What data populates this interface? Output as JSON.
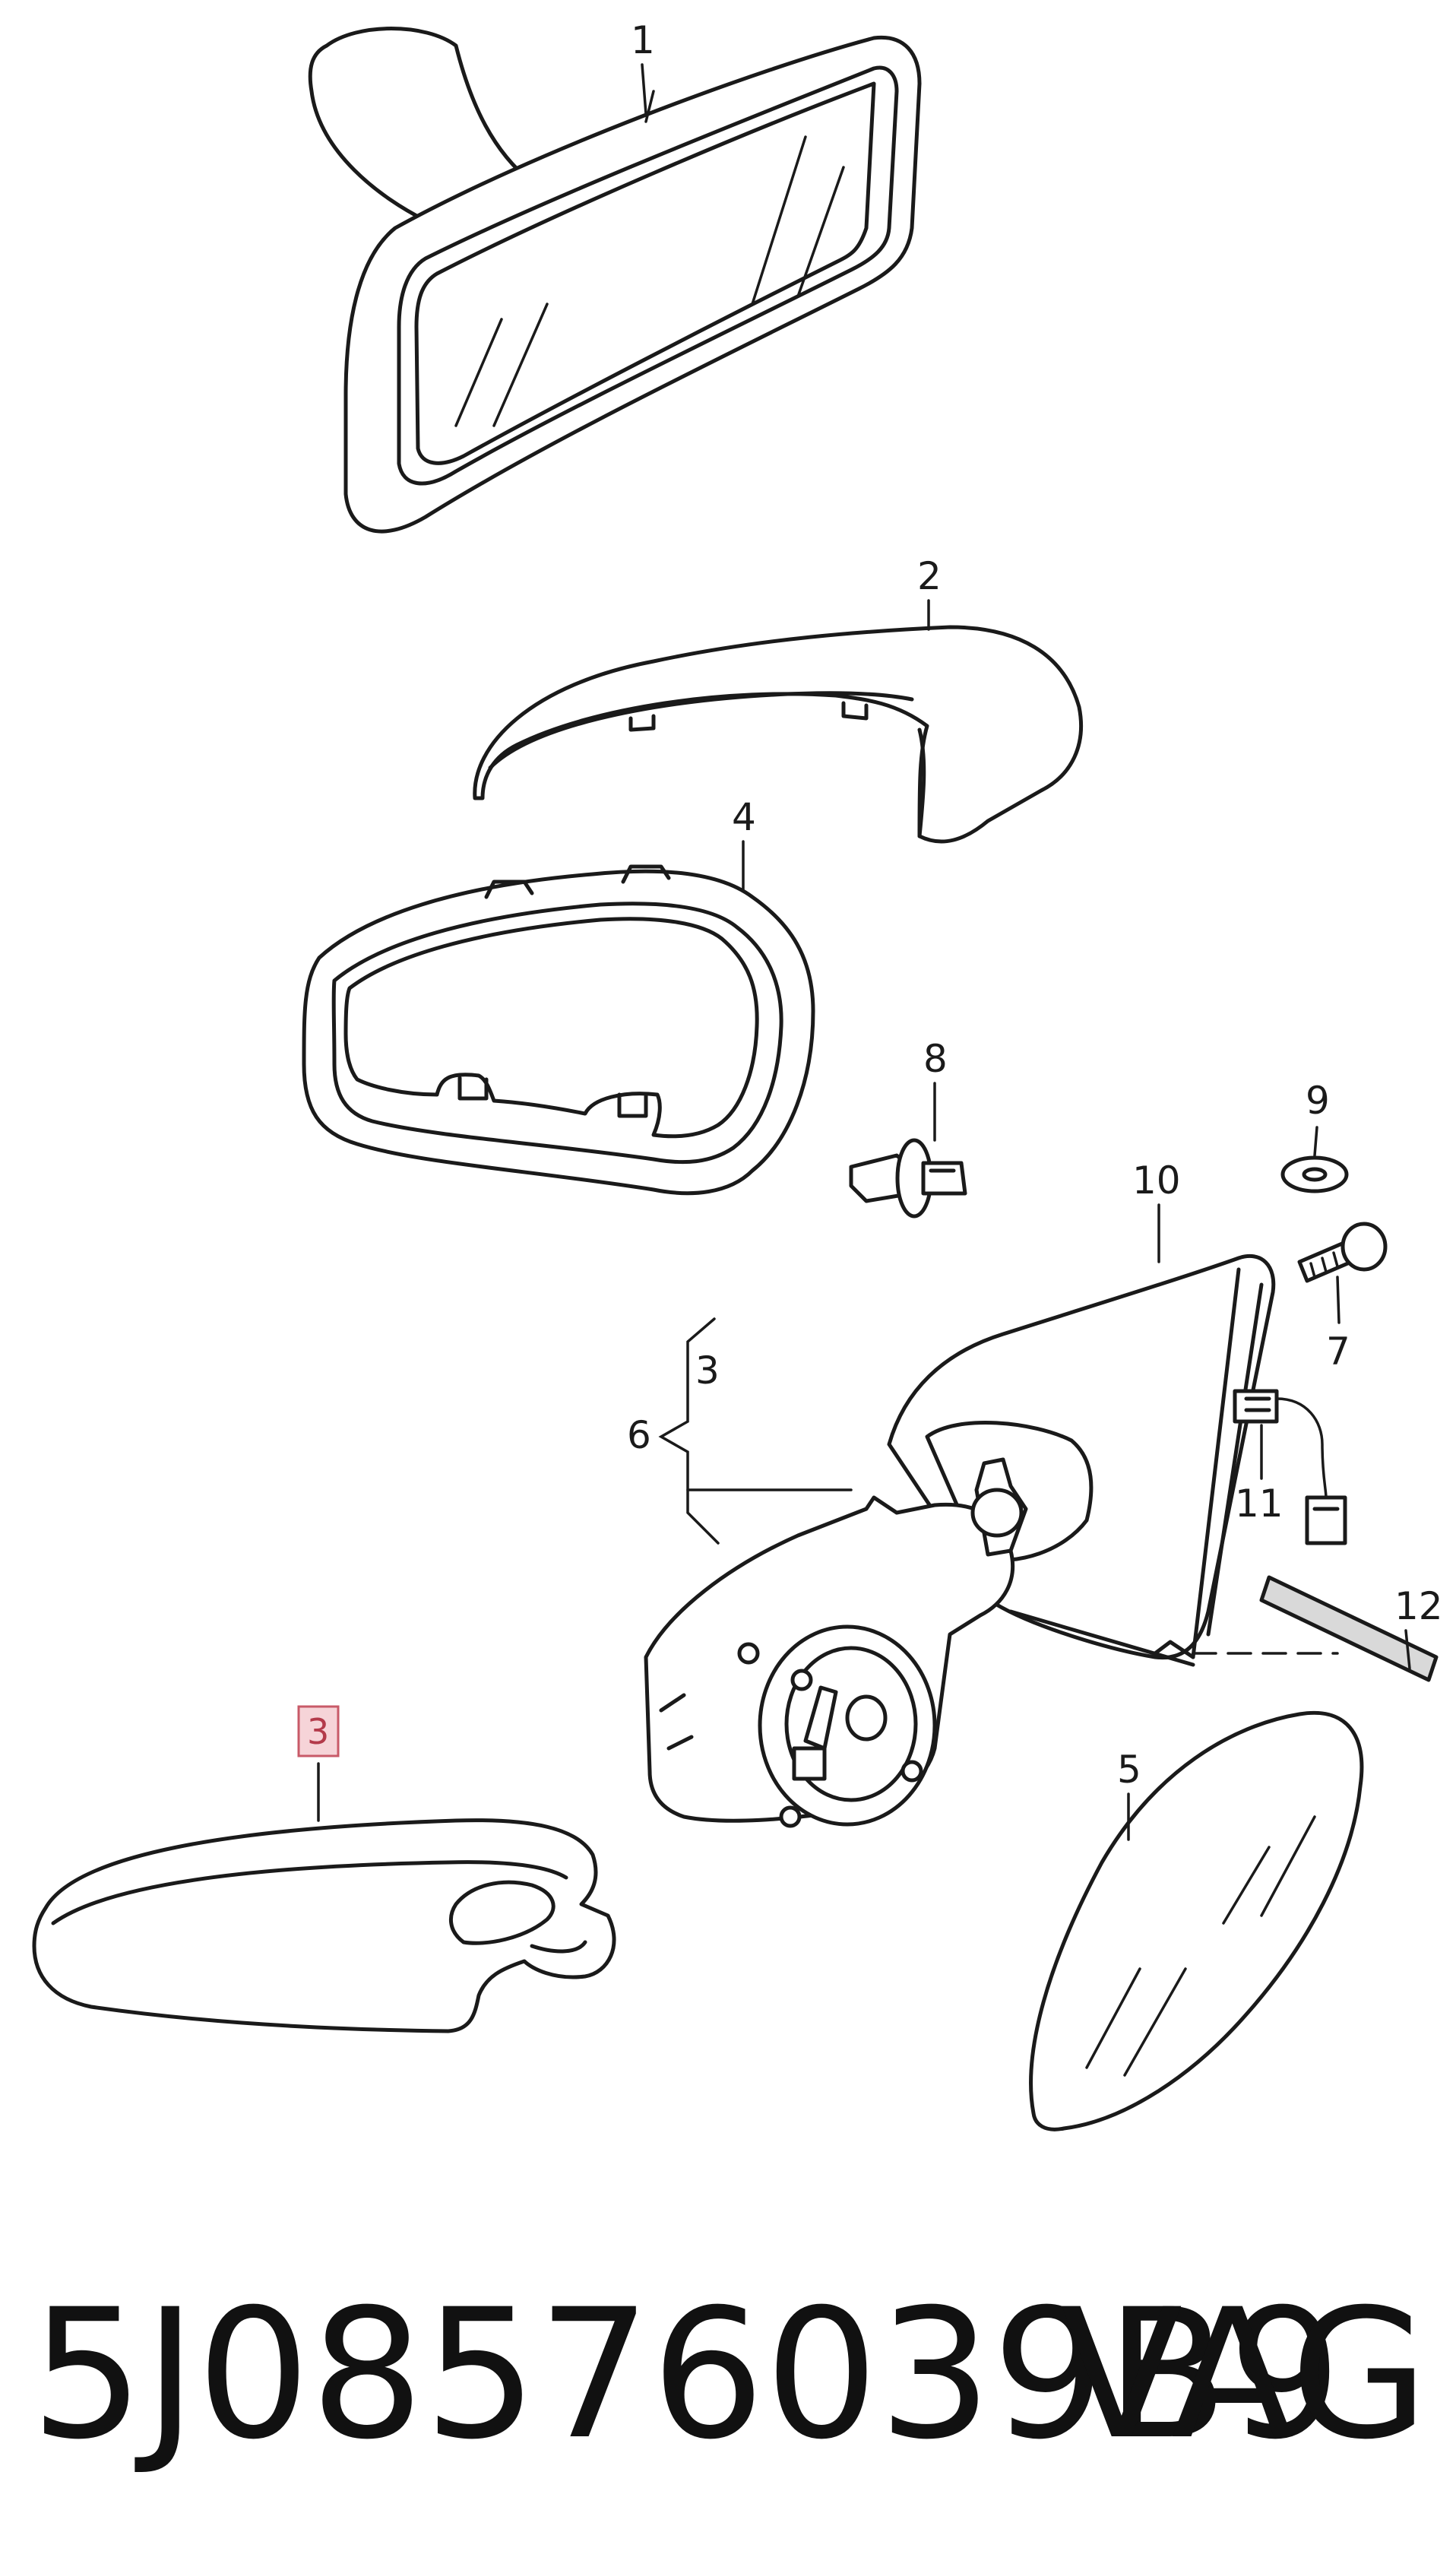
{
  "callouts": {
    "c1": "1",
    "c2": "2",
    "c3a": "3",
    "c3b": "3",
    "c4": "4",
    "c5": "5",
    "c6": "6",
    "c7": "7",
    "c8": "8",
    "c9": "9",
    "c10": "10",
    "c11": "11",
    "c12": "12"
  },
  "footer": {
    "part_number": "5J08576039B9",
    "brand": "VAG"
  },
  "colors": {
    "line": "#1a1a1a",
    "highlight_fill": "#f6d4d8",
    "highlight_stroke": "#c85a68"
  }
}
